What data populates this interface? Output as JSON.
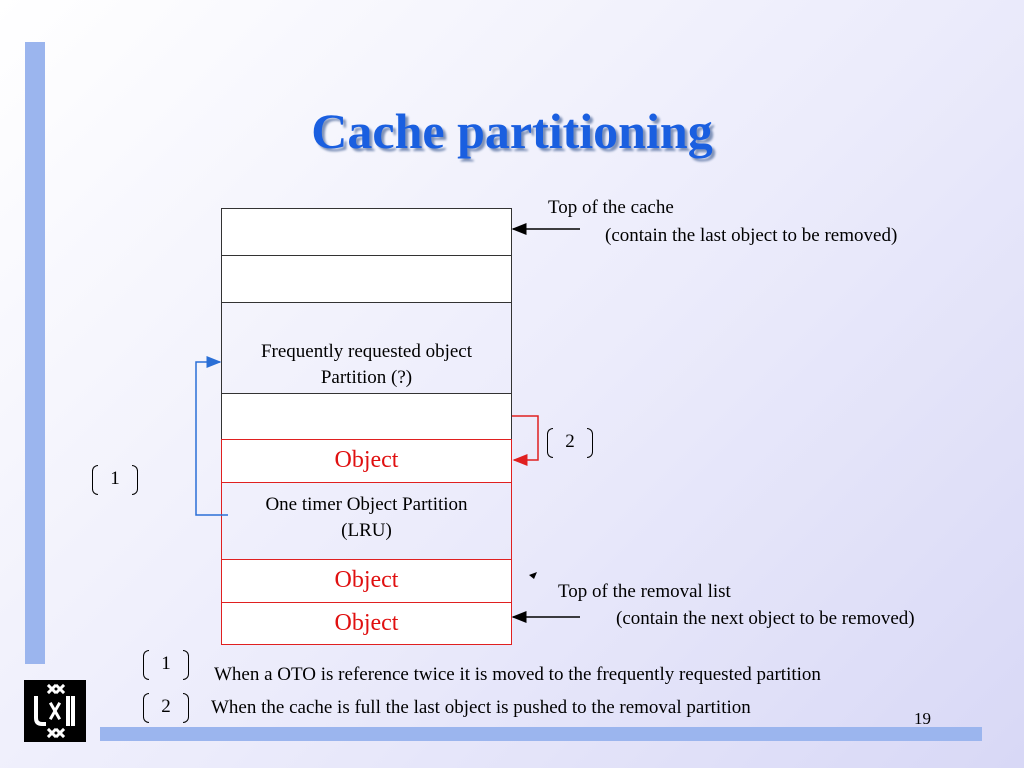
{
  "title": "Cache partitioning",
  "cache": {
    "top_label": "Top of the cache",
    "top_sublabel": "(contain the last object to be removed)",
    "frequent_partition": {
      "line1": "Frequently requested object",
      "line2": "Partition (?)"
    },
    "oto_partition": {
      "line1": "One timer Object Partition",
      "line2": "(LRU)"
    },
    "object_label": "Object",
    "removal_label": "Top of the removal list",
    "removal_sublabel": "(contain the next object to be removed)"
  },
  "markers": {
    "one": "1",
    "two": "2"
  },
  "legend": {
    "item1": "When a OTO is reference twice it is moved to the frequently requested partition",
    "item2": "When the cache is full the last object is pushed to the removal partition"
  },
  "page_number": "19",
  "colors": {
    "title": "#1a5fe0",
    "accent_bar": "#9bb5ee",
    "object_text": "#e01010",
    "arrow_blue": "#2a6fd6",
    "arrow_red": "#e02020"
  }
}
